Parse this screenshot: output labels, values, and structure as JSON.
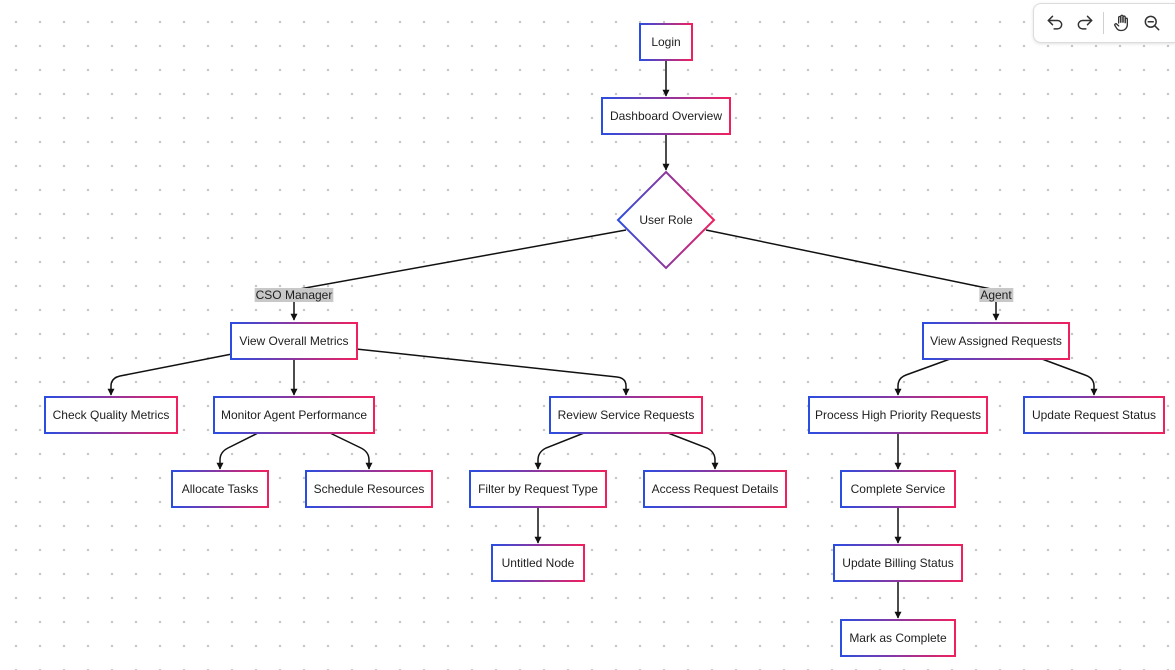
{
  "colors": {
    "gradient_start": "#2b4de0",
    "gradient_end": "#f0205e",
    "edge": "#111111",
    "label_bg": "#c8c8c8"
  },
  "toolbar": {
    "icons": [
      "undo-icon",
      "redo-icon",
      "hand-pan-icon",
      "zoom-out-icon"
    ]
  },
  "diagram": {
    "nodes": [
      {
        "id": "login",
        "label": "Login",
        "shape": "rect"
      },
      {
        "id": "dashboard",
        "label": "Dashboard Overview",
        "shape": "rect"
      },
      {
        "id": "role",
        "label": "User Role",
        "shape": "diamond"
      },
      {
        "id": "overall",
        "label": "View Overall Metrics",
        "shape": "rect"
      },
      {
        "id": "assigned",
        "label": "View Assigned Requests",
        "shape": "rect"
      },
      {
        "id": "quality",
        "label": "Check Quality Metrics",
        "shape": "rect"
      },
      {
        "id": "monitor",
        "label": "Monitor Agent Performance",
        "shape": "rect"
      },
      {
        "id": "review",
        "label": "Review Service Requests",
        "shape": "rect"
      },
      {
        "id": "priority",
        "label": "Process High Priority Requests",
        "shape": "rect"
      },
      {
        "id": "update_status",
        "label": "Update Request Status",
        "shape": "rect"
      },
      {
        "id": "allocate",
        "label": "Allocate Tasks",
        "shape": "rect"
      },
      {
        "id": "schedule",
        "label": "Schedule Resources",
        "shape": "rect"
      },
      {
        "id": "filter",
        "label": "Filter by Request Type",
        "shape": "rect"
      },
      {
        "id": "access",
        "label": "Access Request Details",
        "shape": "rect"
      },
      {
        "id": "complete",
        "label": "Complete Service",
        "shape": "rect"
      },
      {
        "id": "untitled",
        "label": "Untitled Node",
        "shape": "rect"
      },
      {
        "id": "billing",
        "label": "Update Billing Status",
        "shape": "rect"
      },
      {
        "id": "mark",
        "label": "Mark as Complete",
        "shape": "rect"
      }
    ],
    "edges": [
      {
        "from": "login",
        "to": "dashboard"
      },
      {
        "from": "dashboard",
        "to": "role"
      },
      {
        "from": "role",
        "to": "overall",
        "label": "CSO Manager"
      },
      {
        "from": "role",
        "to": "assigned",
        "label": "Agent"
      },
      {
        "from": "overall",
        "to": "quality"
      },
      {
        "from": "overall",
        "to": "monitor"
      },
      {
        "from": "overall",
        "to": "review"
      },
      {
        "from": "assigned",
        "to": "priority"
      },
      {
        "from": "assigned",
        "to": "update_status"
      },
      {
        "from": "monitor",
        "to": "allocate"
      },
      {
        "from": "monitor",
        "to": "schedule"
      },
      {
        "from": "review",
        "to": "filter"
      },
      {
        "from": "review",
        "to": "access"
      },
      {
        "from": "filter",
        "to": "untitled"
      },
      {
        "from": "priority",
        "to": "complete"
      },
      {
        "from": "complete",
        "to": "billing"
      },
      {
        "from": "billing",
        "to": "mark"
      }
    ]
  }
}
